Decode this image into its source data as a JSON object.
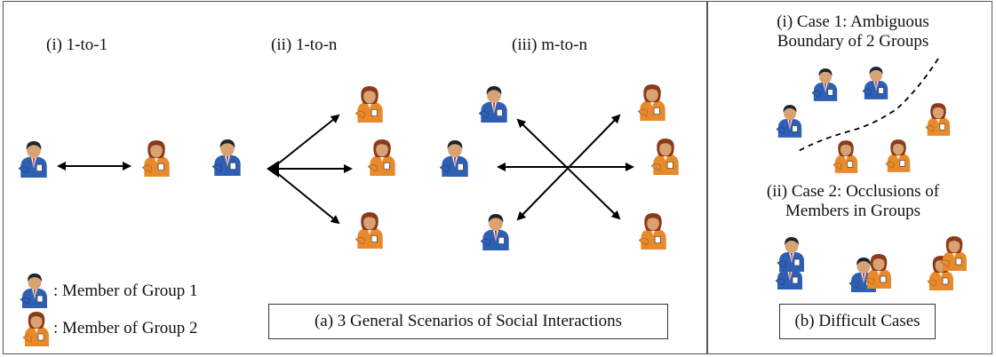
{
  "panel_a": {
    "scenario_1_title": "(i) 1-to-1",
    "scenario_2_title": "(ii) 1-to-n",
    "scenario_3_title": "(iii) m-to-n",
    "caption": "(a) 3 General Scenarios of Social Interactions"
  },
  "legend": {
    "group1_label": ": Member of Group 1",
    "group2_label": ": Member of Group 2"
  },
  "panel_b": {
    "case1_line1": "(i) Case 1: Ambiguous",
    "case1_line2": "Boundary of 2 Groups",
    "case2_line1": "(ii) Case 2: Occlusions of",
    "case2_line2": "Members in Groups",
    "caption": "(b) Difficult Cases"
  },
  "colors": {
    "group1_shirt": "#2f5fb3",
    "group1_hair": "#1c2430",
    "group2_shirt": "#e88a2c",
    "group2_hair": "#8b3a1a",
    "skin": "#d9a273",
    "arrow": "#000000",
    "border": "#555555"
  }
}
